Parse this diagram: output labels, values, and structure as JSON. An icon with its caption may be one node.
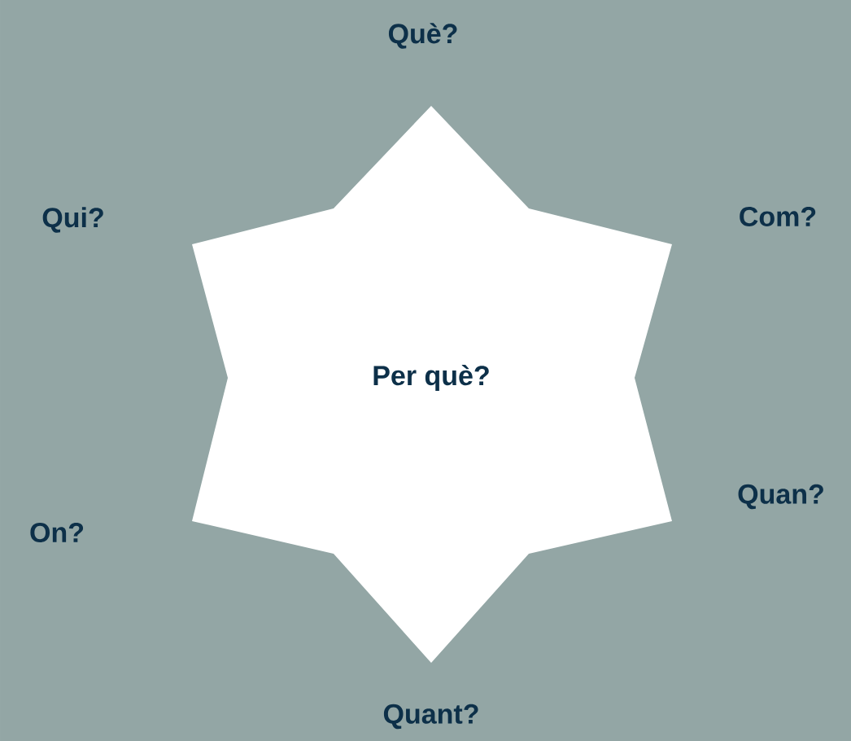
{
  "diagram": {
    "nodes": [
      {
        "text": [
          "Per què?"
        ]
      }
    ],
    "labels": [
      "Què?",
      "Qui?",
      "Com?",
      "On?",
      "Quan?",
      "Quant?"
    ]
  }
}
